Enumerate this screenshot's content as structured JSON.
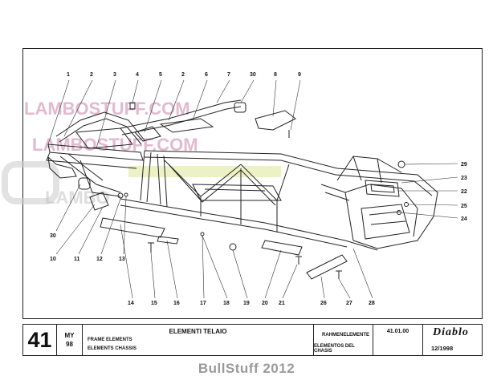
{
  "page_number": "41",
  "model_year": {
    "label": "MY",
    "value": "98"
  },
  "title_it": "ELEMENTI TELAIO",
  "title_en": "FRAME ELEMENTS",
  "title_fr": "ELEMENTS CHASSIS",
  "title_de": "RAHMENELEMENTE",
  "title_es": "ELEMENTOS DEL CHASIS",
  "drawing_code": "41.01.00",
  "brand": "Diablo",
  "date": "12/1998",
  "watermark_1": "LAMBOSTUFF.COM",
  "watermark_2": "LAMBOSTUFF.COM",
  "watermark_3": "LAMBO",
  "footer": "BullStuff 2012",
  "callouts_top": [
    "1",
    "2",
    "3",
    "4",
    "5",
    "2",
    "6",
    "7",
    "30",
    "8",
    "9"
  ],
  "callouts_bottom": [
    "30",
    "10",
    "11",
    "12",
    "13",
    "14",
    "15",
    "16",
    "17",
    "18",
    "19",
    "20",
    "21",
    "26",
    "27",
    "28"
  ],
  "callouts_right": [
    "29",
    "23",
    "22",
    "24",
    "25"
  ],
  "colors": {
    "ink": "#111111",
    "watermark": "#c98ba8",
    "watermark_green": "#cfe08a"
  }
}
